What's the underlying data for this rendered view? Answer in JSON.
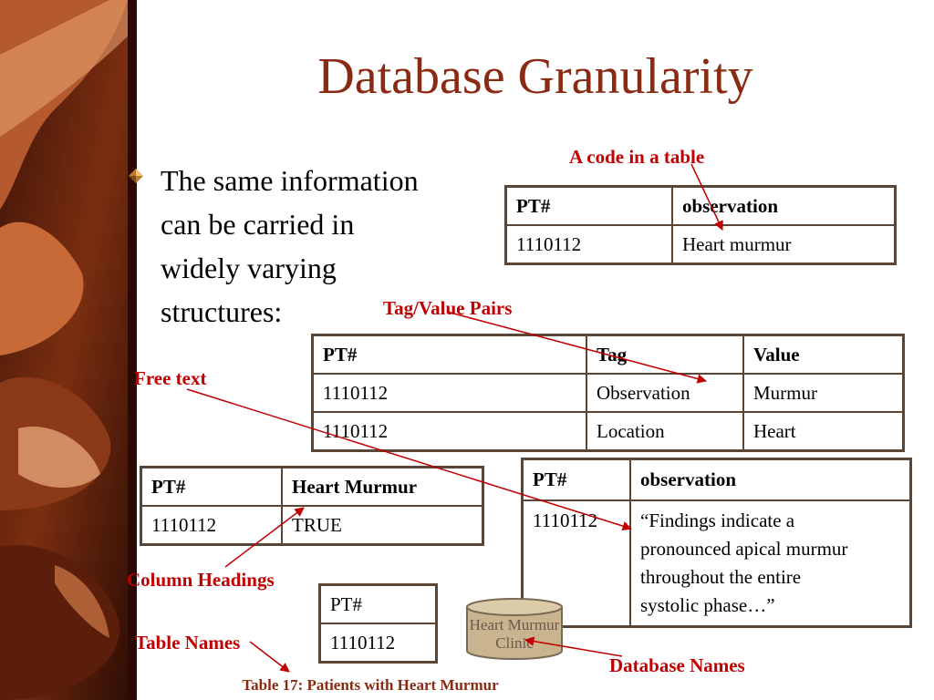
{
  "title": "Database Granularity",
  "bullet": {
    "lines": [
      "The same information",
      "can be carried in",
      "widely varying",
      "structures:"
    ]
  },
  "labels": {
    "code_in_table": "A code in a table",
    "tag_value_pairs": "Tag/Value Pairs",
    "free_text": "Free text",
    "column_headings": "Column Headings",
    "table_names": "Table Names",
    "database_names": "Database Names"
  },
  "tables": {
    "code": {
      "headers": [
        "PT#",
        "observation"
      ],
      "rows": [
        [
          "1110112",
          "Heart murmur"
        ]
      ]
    },
    "tag_value": {
      "headers": [
        "PT#",
        "Tag",
        "Value"
      ],
      "rows": [
        [
          "1110112",
          "Observation",
          "Murmur"
        ],
        [
          "1110112",
          "Location",
          "Heart"
        ]
      ]
    },
    "heart_murmur": {
      "headers": [
        "PT#",
        "Heart Murmur"
      ],
      "rows": [
        [
          "1110112",
          "TRUE"
        ]
      ]
    },
    "free_text": {
      "headers": [
        "PT#",
        "observation"
      ],
      "rows": [
        [
          "1110112",
          [
            "“Findings indicate a",
            "pronounced apical murmur",
            "throughout the entire",
            "systolic phase…”"
          ]
        ]
      ]
    },
    "pt_only": {
      "headers": [
        "PT#"
      ],
      "rows": [
        [
          "1110112"
        ]
      ]
    }
  },
  "database": {
    "lines": [
      "Heart Murmur",
      "Clinic"
    ]
  },
  "caption": "Table 17: Patients with Heart Murmur",
  "colors": {
    "title": "#8b2a12",
    "annotation": "#c00000",
    "table_border": "#5a4636"
  }
}
